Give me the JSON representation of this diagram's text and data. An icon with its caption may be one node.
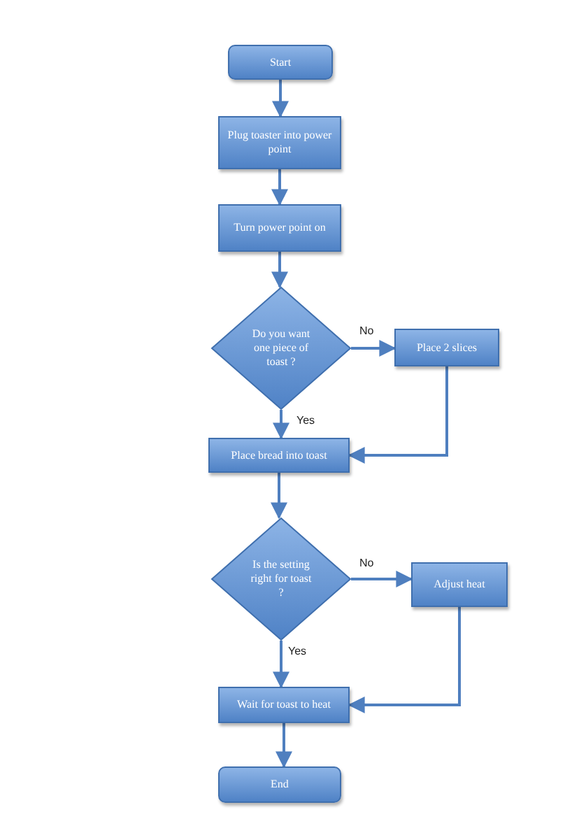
{
  "diagram": {
    "nodes": [
      {
        "text": [
          "Start"
        ]
      },
      {
        "text": [
          "Plug toaster into power point"
        ]
      },
      {
        "text": [
          "Turn power point on"
        ]
      },
      {
        "text": [
          "Do you want one piece of toast ?"
        ]
      },
      {
        "text": [
          "Place 2 slices"
        ]
      },
      {
        "text": [
          "Place bread into toast"
        ]
      },
      {
        "text": [
          "Is the setting right for toast ?"
        ]
      },
      {
        "text": [
          "Adjust heat"
        ]
      },
      {
        "text": [
          "Wait for toast to heat"
        ]
      },
      {
        "text": [
          "End"
        ]
      }
    ],
    "edges": [
      {
        "from": 0,
        "to": 1,
        "arrow": "to"
      },
      {
        "from": 1,
        "to": 2,
        "arrow": "to"
      },
      {
        "from": 2,
        "to": 3,
        "arrow": "to"
      },
      {
        "from": 3,
        "to": 4,
        "arrow": "to",
        "label": "No"
      },
      {
        "from": 3,
        "to": 5,
        "arrow": "to",
        "label": "Yes"
      },
      {
        "from": 4,
        "to": 5,
        "arrow": "to"
      },
      {
        "from": 5,
        "to": 6,
        "arrow": "to"
      },
      {
        "from": 6,
        "to": 7,
        "arrow": "to",
        "label": "No"
      },
      {
        "from": 6,
        "to": 8,
        "arrow": "to",
        "label": "Yes"
      },
      {
        "from": 7,
        "to": 8,
        "arrow": "to"
      },
      {
        "from": 8,
        "to": 9,
        "arrow": "to"
      }
    ]
  }
}
